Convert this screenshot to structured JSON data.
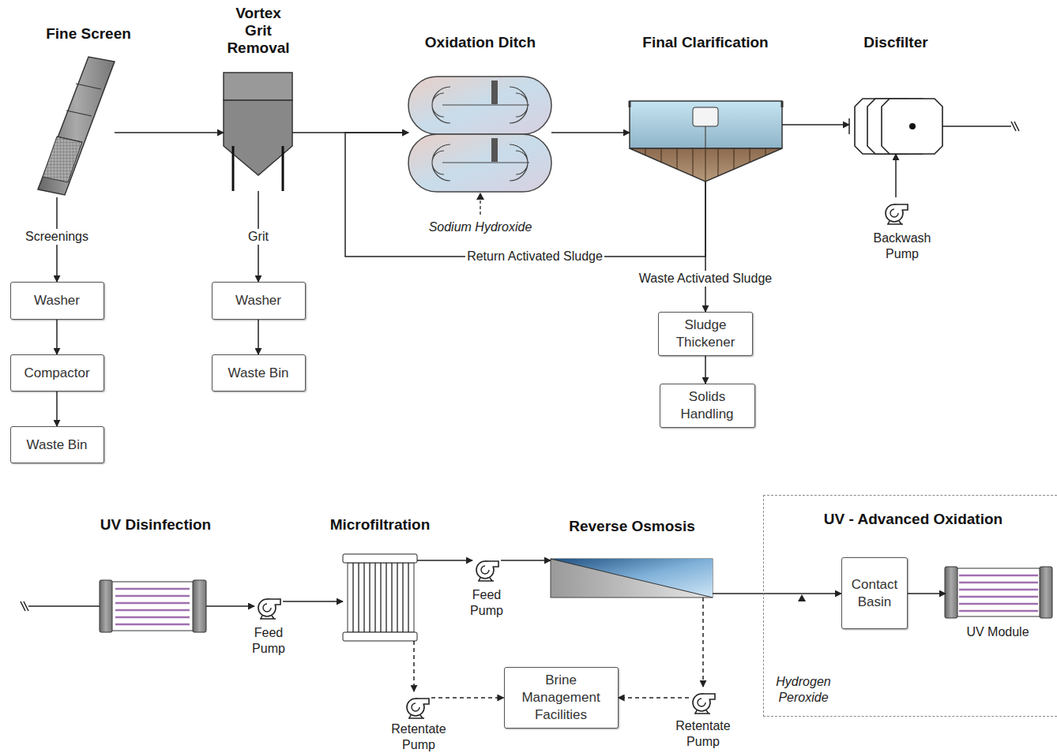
{
  "diagram": {
    "nodes": [
      {
        "text": [
          "Fine Screen"
        ]
      },
      {
        "text": [
          "Vortex Grit Removal"
        ]
      },
      {
        "text": [
          "Oxidation Ditch"
        ]
      },
      {
        "text": [
          "Final Clarification"
        ]
      },
      {
        "text": [
          "Discfilter"
        ]
      },
      {
        "text": [
          "Backwash Pump"
        ]
      },
      {
        "text": [
          "Washer"
        ]
      },
      {
        "text": [
          "Washer"
        ]
      },
      {
        "text": [
          "Sludge Thickener"
        ]
      },
      {
        "text": [
          "Compactor"
        ]
      },
      {
        "text": [
          "Waste Bin"
        ]
      },
      {
        "text": [
          "Solids Handling"
        ]
      },
      {
        "text": [
          "Waste Bin"
        ]
      },
      {
        "text": [
          "UV - Advanced Oxidation",
          "Hydrogen Peroxide"
        ]
      },
      {
        "text": [
          "UV Disinfection"
        ]
      },
      {
        "text": [
          "Feed Pump"
        ]
      },
      {
        "text": [
          "Microfiltration"
        ]
      },
      {
        "text": [
          "Feed Pump"
        ]
      },
      {
        "text": [
          "Reverse Osmosis"
        ]
      },
      {
        "text": [
          "Contact Basin"
        ],
        "in": 13
      },
      {
        "text": [
          "UV Module"
        ],
        "in": 13
      },
      {
        "text": [
          "Retentate Pump"
        ]
      },
      {
        "text": [
          "Brine Management Facilities"
        ]
      },
      {
        "text": [
          "Retentate Pump"
        ]
      }
    ],
    "edges": [
      {
        "from": 0,
        "to": 1,
        "arrow": "to"
      },
      {
        "from": 0,
        "to": 6,
        "label": "Screenings",
        "arrow": "to"
      },
      {
        "from": 6,
        "to": 9,
        "arrow": "to"
      },
      {
        "from": 9,
        "to": 12,
        "arrow": "to"
      },
      {
        "from": 1,
        "to": 2,
        "arrow": "to"
      },
      {
        "from": 1,
        "to": 7,
        "label": "Grit",
        "arrow": "to"
      },
      {
        "from": 7,
        "to": 10,
        "arrow": "to"
      },
      {
        "from": 2,
        "to": 3,
        "arrow": "to"
      },
      {
        "from": 3,
        "to": 2,
        "label": "Return Activated Sludge",
        "arrow": "to"
      },
      {
        "from": 3,
        "to": 8,
        "label": "Waste Activated Sludge",
        "arrow": "to"
      },
      {
        "from": 8,
        "to": 11,
        "arrow": "to"
      },
      {
        "from": 3,
        "to": 4,
        "arrow": "to"
      },
      {
        "from": 5,
        "to": 4,
        "arrow": "to"
      },
      {
        "from": 14,
        "to": 15,
        "arrow": "to"
      },
      {
        "from": 15,
        "to": 16,
        "arrow": "to"
      },
      {
        "from": 16,
        "to": 17,
        "arrow": "to"
      },
      {
        "from": 17,
        "to": 18,
        "arrow": "to"
      },
      {
        "from": 18,
        "to": 19,
        "arrow": "to"
      },
      {
        "from": 19,
        "to": 20,
        "arrow": "to"
      },
      {
        "from": 16,
        "to": 21,
        "arrow": "to"
      },
      {
        "from": 21,
        "to": 22,
        "arrow": "to"
      },
      {
        "from": 18,
        "to": 23,
        "arrow": "to"
      },
      {
        "from": 23,
        "to": 22,
        "arrow": "to"
      }
    ],
    "labels": [
      "Sodium Hydroxide"
    ]
  }
}
